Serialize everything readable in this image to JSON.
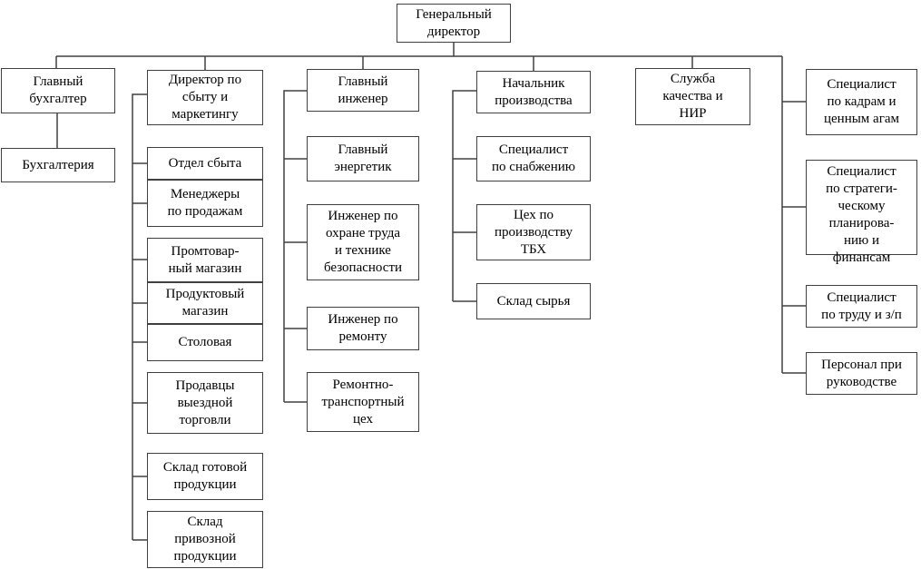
{
  "diagram": {
    "type": "org-chart",
    "colors": {
      "line": "#404040",
      "box_border": "#404040",
      "text": "#000000",
      "background": "#ffffff"
    },
    "nodes": {
      "ceo": {
        "label": "Генеральный\nдиректор"
      },
      "chief_accountant": {
        "label": "Главный\nбухгалтер"
      },
      "accounting": {
        "label": "Бухгалтерия"
      },
      "sales_marketing_director": {
        "label": "Директор по\nсбыту и\nмаркетингу"
      },
      "sales_dept": {
        "label": "Отдел сбыта"
      },
      "sales_managers": {
        "label": "Менеджеры\nпо продажам"
      },
      "industrial_goods_store": {
        "label": "Промтовар-\nный магазин"
      },
      "grocery_store": {
        "label": "Продуктовый\nмагазин"
      },
      "canteen": {
        "label": "Столовая"
      },
      "traveling_trade_sellers": {
        "label": "Продавцы\nвыездной\nторговли"
      },
      "finished_goods_warehouse": {
        "label": "Склад готовой\nпродукции"
      },
      "imported_goods_warehouse": {
        "label": "Склад\nпривозной\nпродукции"
      },
      "chief_engineer": {
        "label": "Главный\nинженер"
      },
      "chief_power_engineer": {
        "label": "Главный\nэнергетик"
      },
      "labor_safety_engineer": {
        "label": "Инженер по\nохране труда\nи технике\nбезопасности"
      },
      "repair_engineer": {
        "label": "Инженер по\nремонту"
      },
      "repair_transport_shop": {
        "label": "Ремонтно-\nтранспортный\nцех"
      },
      "production_chief": {
        "label": "Начальник\nпроизводства"
      },
      "supply_specialist": {
        "label": "Специалист\nпо снабжению"
      },
      "tbh_shop": {
        "label": "Цех по\nпроизводству\nТБХ"
      },
      "raw_materials_warehouse": {
        "label": "Склад сырья"
      },
      "quality_rnd_service": {
        "label": "Служба\nкачества и\nНИР"
      },
      "hr_securities_specialist": {
        "label": "Специалист\nпо кадрам и\nценным агам"
      },
      "strategic_planning_specialist": {
        "label": "Специалист\nпо стратеги-\nческому\nпланирова-\nнию и\nфинансам"
      },
      "labor_wage_specialist": {
        "label": "Специалист\nпо труду и з/п"
      },
      "management_staff": {
        "label": "Персонал при\nруководстве"
      }
    },
    "edges": [
      [
        "ceo",
        "chief_accountant"
      ],
      [
        "ceo",
        "sales_marketing_director"
      ],
      [
        "ceo",
        "chief_engineer"
      ],
      [
        "ceo",
        "production_chief"
      ],
      [
        "ceo",
        "quality_rnd_service"
      ],
      [
        "ceo",
        "hr_securities_specialist"
      ],
      [
        "ceo",
        "strategic_planning_specialist"
      ],
      [
        "ceo",
        "labor_wage_specialist"
      ],
      [
        "ceo",
        "management_staff"
      ],
      [
        "chief_accountant",
        "accounting"
      ],
      [
        "sales_marketing_director",
        "sales_dept"
      ],
      [
        "sales_marketing_director",
        "sales_managers"
      ],
      [
        "sales_marketing_director",
        "industrial_goods_store"
      ],
      [
        "sales_marketing_director",
        "grocery_store"
      ],
      [
        "sales_marketing_director",
        "canteen"
      ],
      [
        "sales_marketing_director",
        "traveling_trade_sellers"
      ],
      [
        "sales_marketing_director",
        "finished_goods_warehouse"
      ],
      [
        "sales_marketing_director",
        "imported_goods_warehouse"
      ],
      [
        "chief_engineer",
        "chief_power_engineer"
      ],
      [
        "chief_engineer",
        "labor_safety_engineer"
      ],
      [
        "chief_engineer",
        "repair_engineer"
      ],
      [
        "chief_engineer",
        "repair_transport_shop"
      ],
      [
        "production_chief",
        "supply_specialist"
      ],
      [
        "production_chief",
        "tbh_shop"
      ],
      [
        "production_chief",
        "raw_materials_warehouse"
      ]
    ]
  }
}
